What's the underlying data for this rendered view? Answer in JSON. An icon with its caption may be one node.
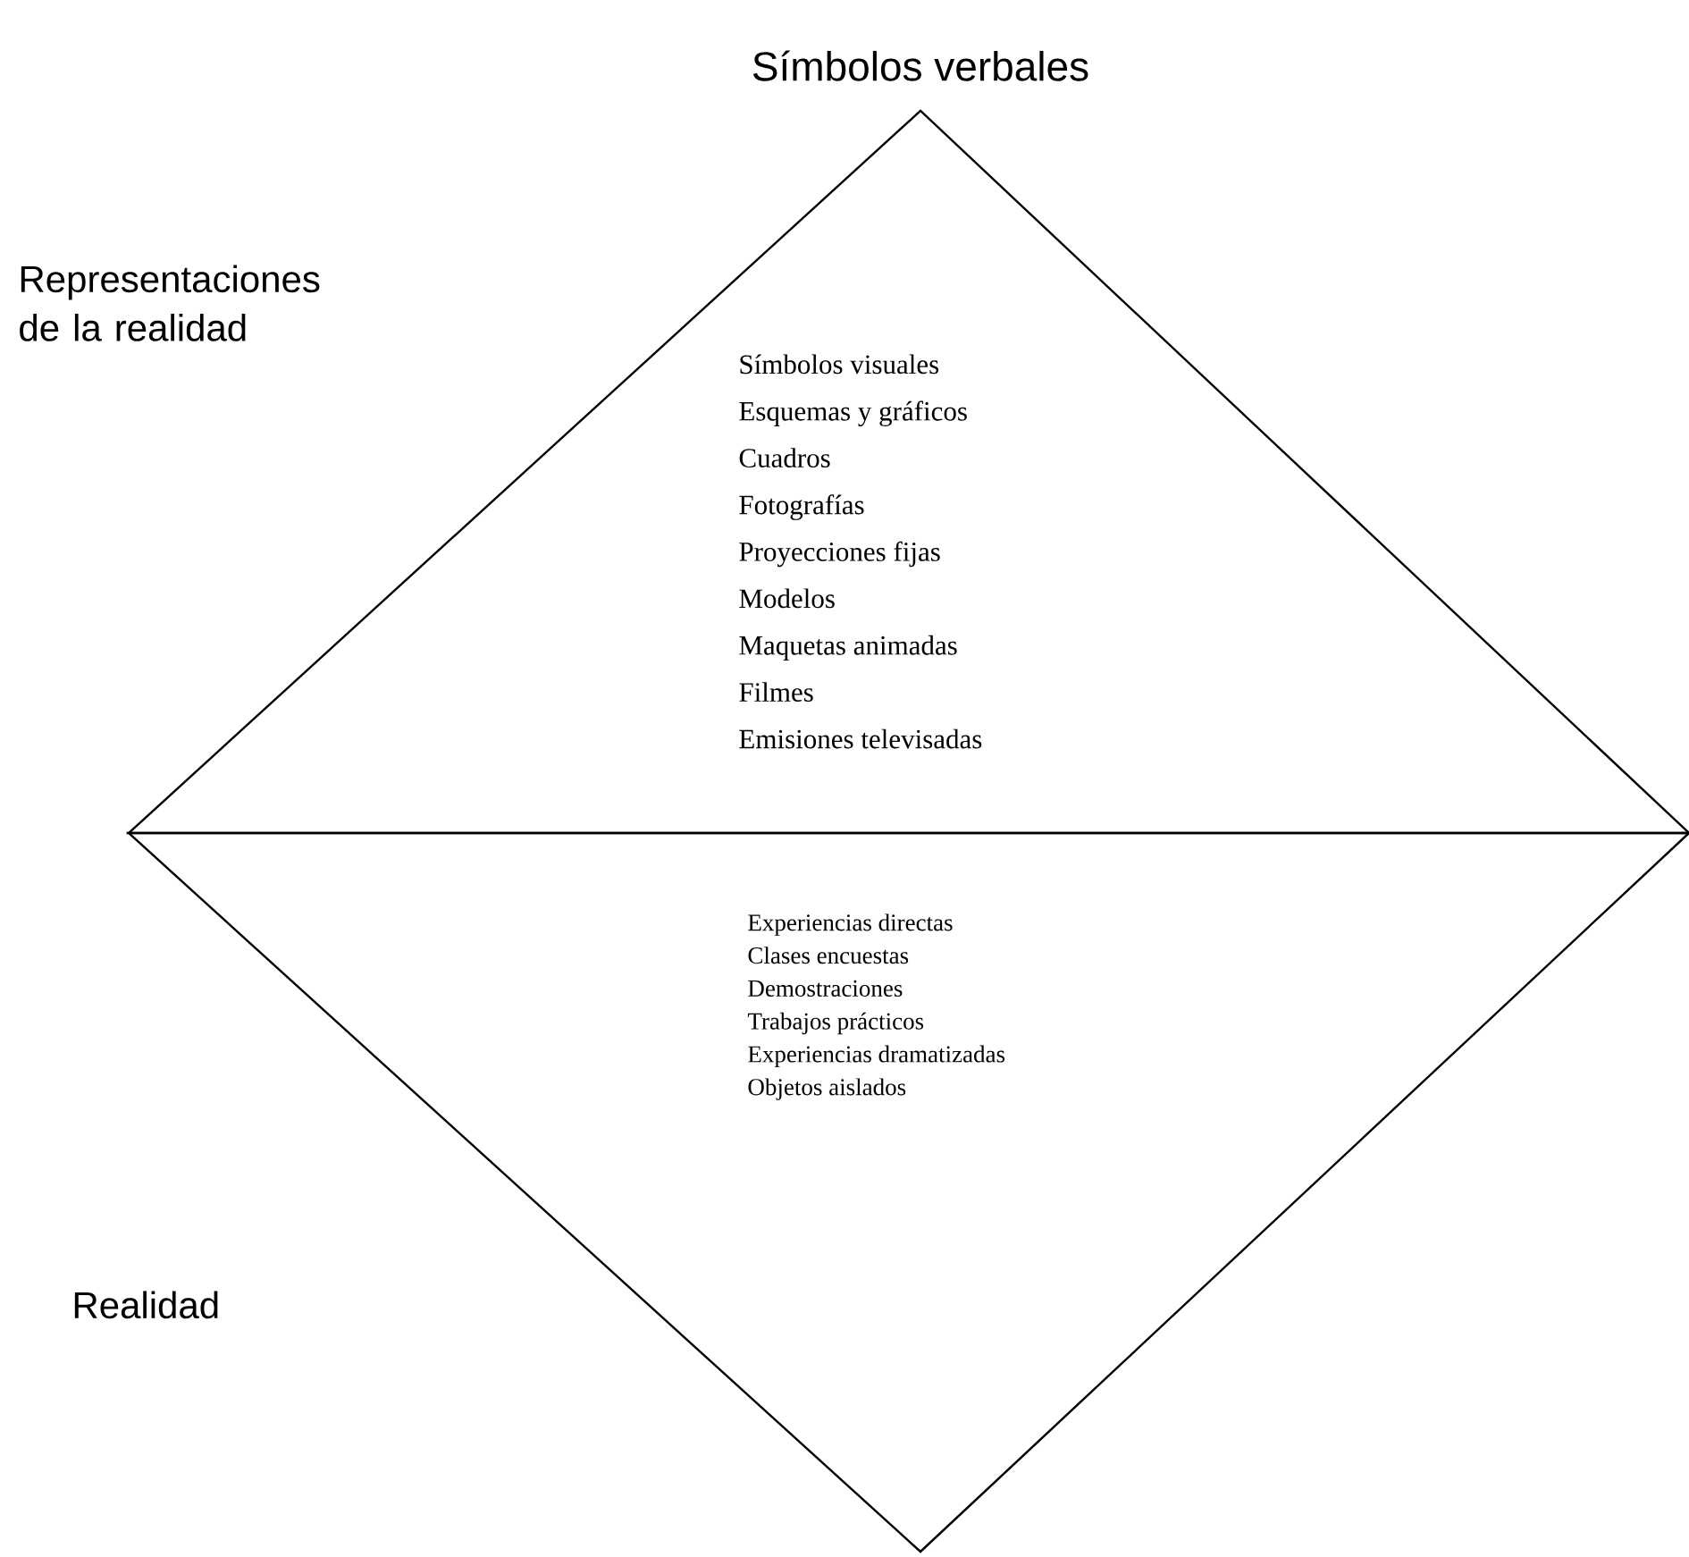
{
  "diagram": {
    "nodes": [
      {
        "text": [
          "Símbolos visuales",
          "Esquemas y gráficos",
          "Cuadros",
          "Fotografías",
          "Proyecciones fijas",
          "Modelos",
          "Maquetas animadas",
          "Filmes",
          "Emisiones televisadas"
        ]
      },
      {
        "text": [
          "Experiencias directas",
          "Clases encuestas",
          "Demostraciones",
          "Trabajos prácticos",
          "Experiencias dramatizadas",
          "Objetos aislados"
        ]
      }
    ],
    "edges": [],
    "labels": [
      "Símbolos verbales",
      "Representaciones de la realidad",
      "Realidad"
    ]
  }
}
